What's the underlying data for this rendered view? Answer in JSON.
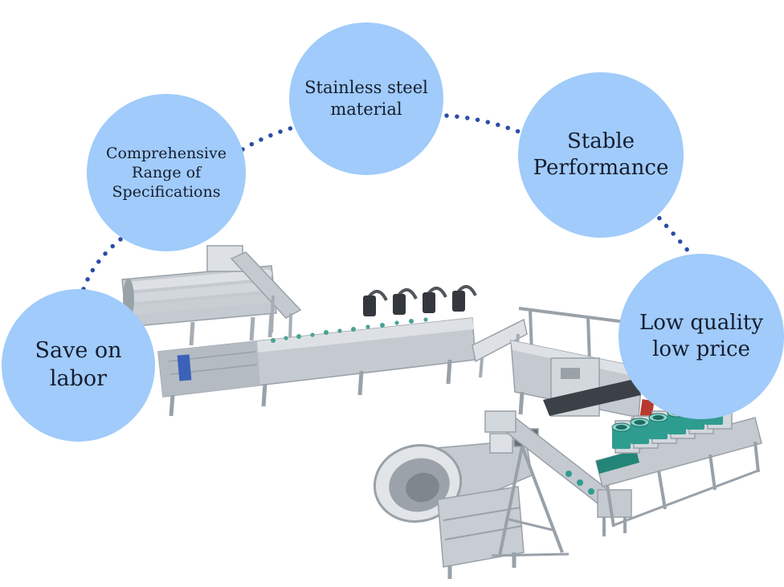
{
  "figure": {
    "type": "feature-diagram",
    "subject": "food-processing-production-line",
    "background_color": "#ffffff"
  },
  "bubbles": [
    {
      "id": "stainless",
      "label": "Stainless steel material"
    },
    {
      "id": "range",
      "label": "Comprehensive Range of Specifications"
    },
    {
      "id": "stable",
      "label": "Stable Performance"
    },
    {
      "id": "labor",
      "label": "Save on labor"
    },
    {
      "id": "price",
      "label": "Low quality low price"
    }
  ],
  "style": {
    "bubble_fill": "#a0cbfa",
    "bubble_text_color": "#161d2e",
    "connector_dot_color": "#2b4da8",
    "steel_light": "#dde1e5",
    "steel_mid": "#c4cad0",
    "steel_dark": "#99a1a9",
    "motor_dark": "#34383e",
    "can_teal": "#2f9c90",
    "can_teal_light": "#8fd8cd",
    "accent_red": "#b8392e",
    "accent_blue": "#3a62b8"
  },
  "machine": {
    "components": [
      "roller-washing-machine",
      "inclined-elevator",
      "blanching-line-with-motors",
      "transfer-conveyor",
      "continuous-fryer",
      "seasoning-drum",
      "incline-conveyor",
      "can-packing-line"
    ]
  }
}
